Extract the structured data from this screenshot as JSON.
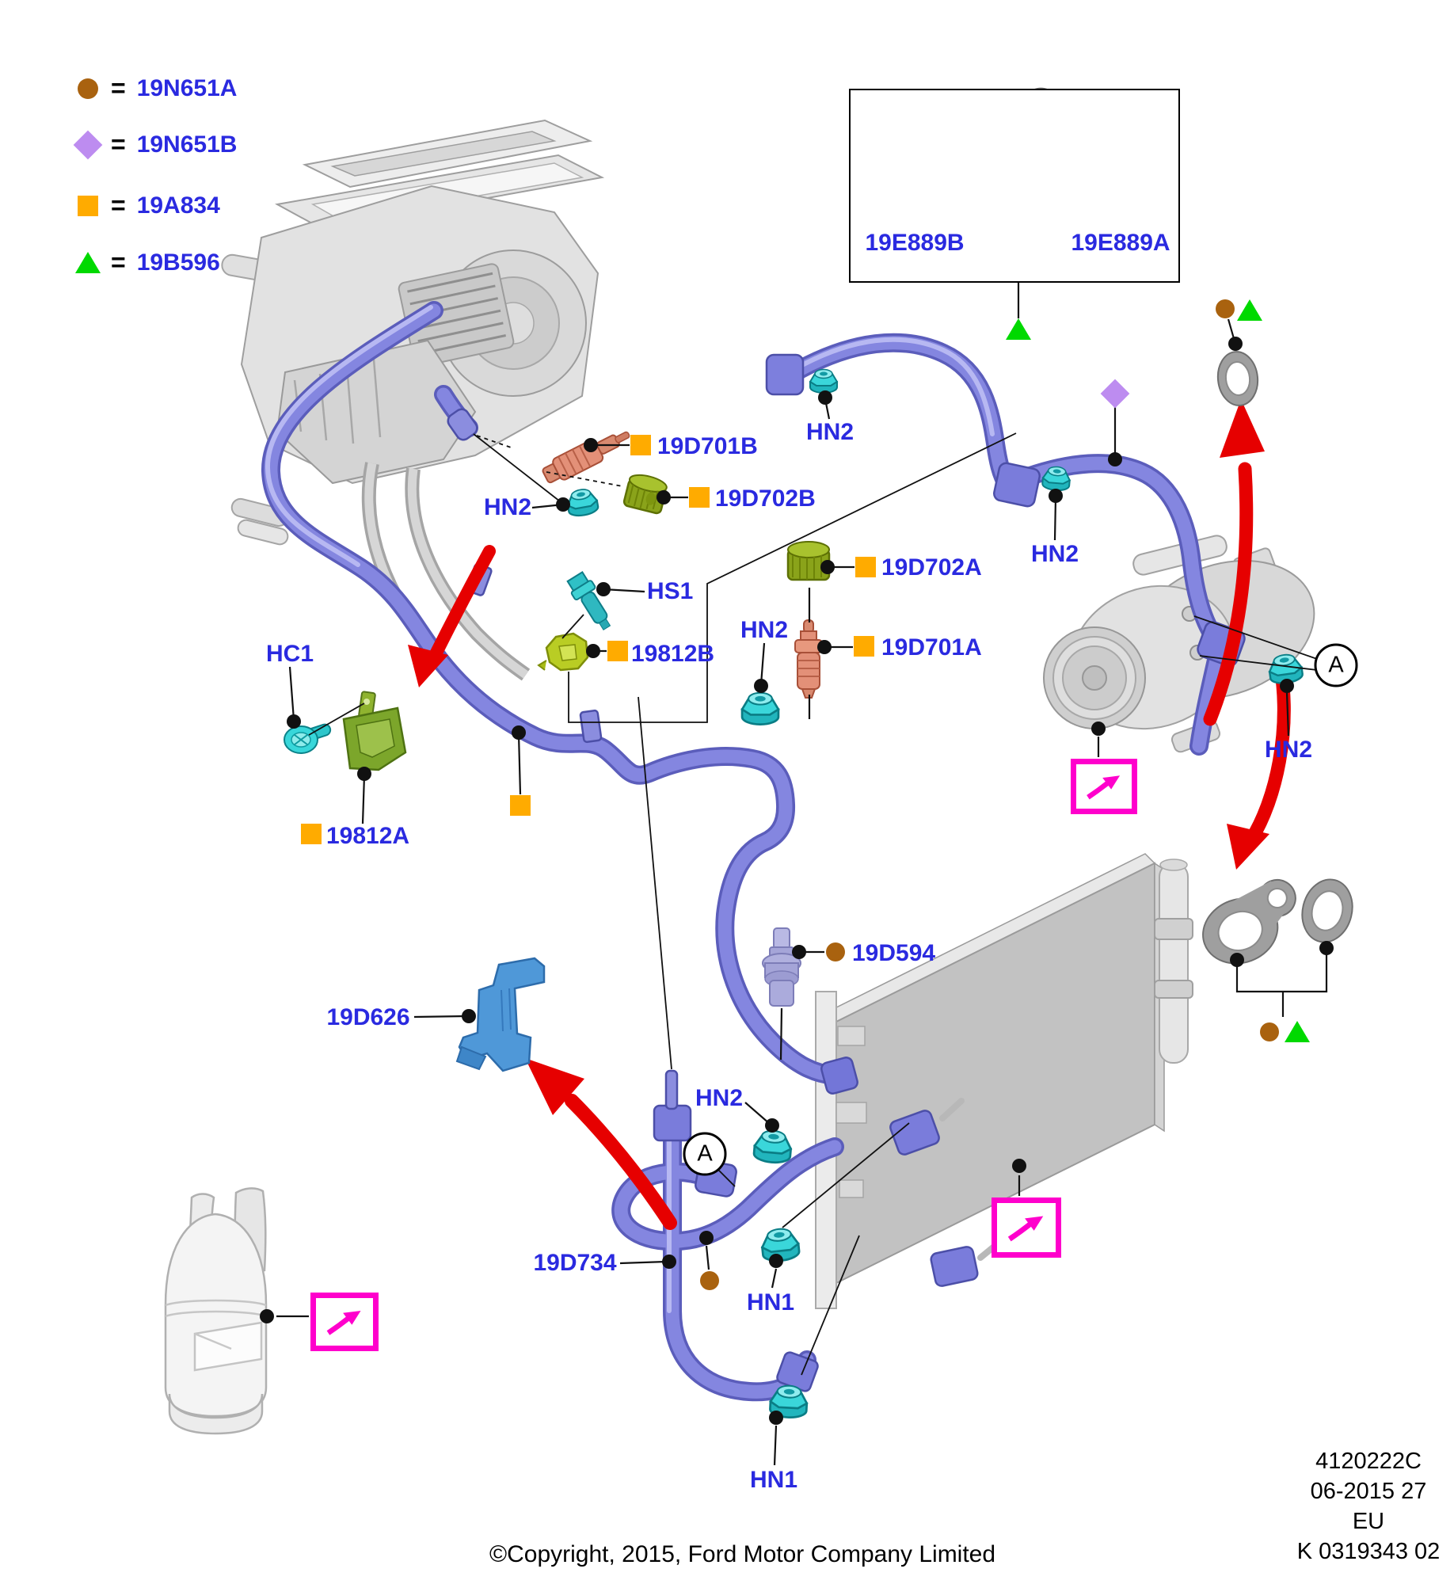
{
  "legend": {
    "equals": "=",
    "items": [
      {
        "icon": "brown-circle",
        "code": "19N651A"
      },
      {
        "icon": "purple-diamond",
        "code": "19N651B"
      },
      {
        "icon": "orange-square",
        "code": "19A834"
      },
      {
        "icon": "green-triangle",
        "code": "19B596"
      }
    ]
  },
  "inset": {
    "left": "19E889B",
    "right": "19E889A"
  },
  "labels": {
    "d701b": "19D701B",
    "d702b": "19D702B",
    "d702a": "19D702A",
    "d701a": "19D701A",
    "hn2": "HN2",
    "hn1": "HN1",
    "hs1": "HS1",
    "hc1": "HC1",
    "p19812b": "19812B",
    "p19812a": "19812A",
    "d594": "19D594",
    "d626": "19D626",
    "d734": "19D734",
    "view_a": "A"
  },
  "stamp": {
    "line1": "4120222C",
    "line2": "06-2015 27",
    "line3": "EU",
    "line4": "K 0319343 02"
  },
  "footer": {
    "copyright": "©Copyright, 2015, Ford Motor Company Limited"
  },
  "colors": {
    "label_blue": "#2a2ae0",
    "orange": "#ffab00",
    "brown": "#a9620f",
    "green": "#00d900",
    "purple_diamond": "#bd8cf0",
    "magenta": "#ff00cc",
    "red_arrow": "#e60000",
    "hose_purple": "#8486e0",
    "nut_cyan": "#3ad6da",
    "cap_olive": "#8aa31a",
    "valve_salmon": "#e39078"
  }
}
